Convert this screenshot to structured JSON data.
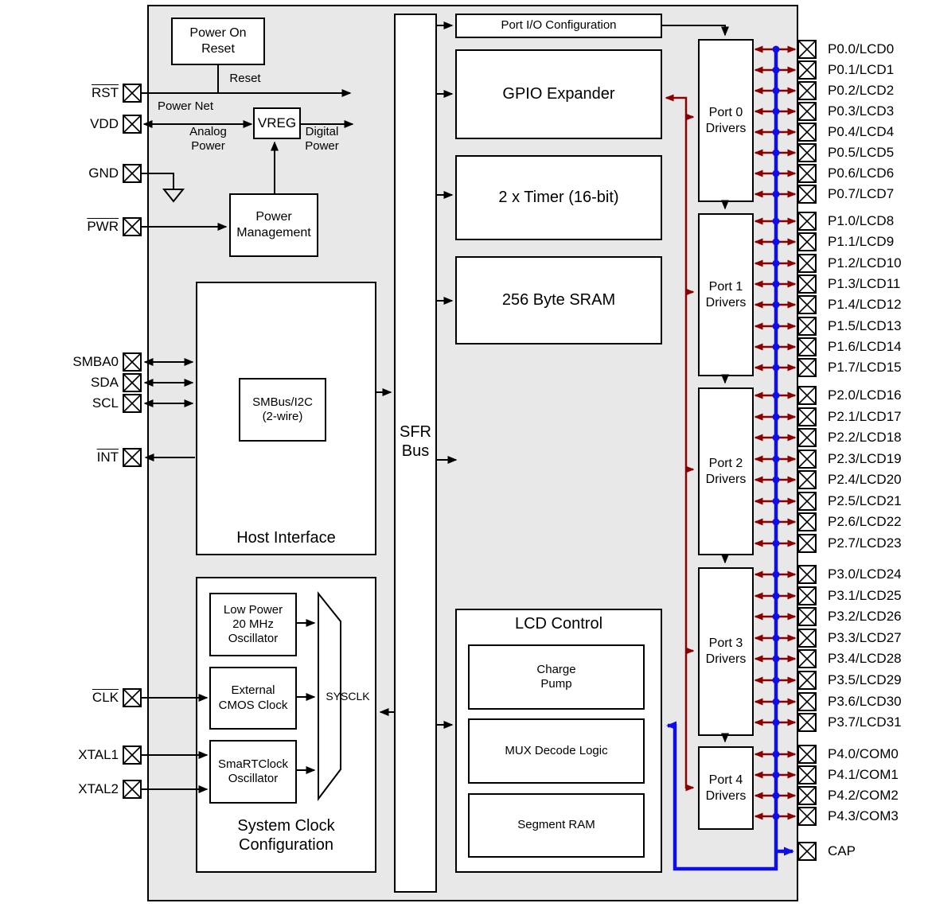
{
  "chip": {
    "colors": {
      "wire_black": "#000000",
      "wire_red": "#8B0000",
      "wire_blue": "#0E0EE8",
      "chip_fill": "#E8E8E8"
    },
    "left_pins": [
      {
        "label": "RST",
        "overline": true
      },
      {
        "label": "VDD",
        "overline": false
      },
      {
        "label": "GND",
        "overline": false
      },
      {
        "label": "PWR",
        "overline": true
      },
      {
        "label": "SMBA0",
        "overline": false
      },
      {
        "label": "SDA",
        "overline": false
      },
      {
        "label": "SCL",
        "overline": false
      },
      {
        "label": "INT",
        "overline": true
      },
      {
        "label": "CLK",
        "overline": true
      },
      {
        "label": "XTAL1",
        "overline": false
      },
      {
        "label": "XTAL2",
        "overline": false
      }
    ],
    "blocks": {
      "power_on_reset": "Power On\nReset",
      "vreg": "VREG",
      "power_management": "Power\nManagement",
      "host_interface": "Host Interface",
      "smbus": "SMBus/I2C\n(2-wire)",
      "system_clock": "System Clock\nConfiguration",
      "low_power_osc": "Low Power\n20 MHz\nOscillator",
      "external_cmos": "External\nCMOS Clock",
      "smartclock": "SmaRTClock\nOscillator",
      "sysclk": "SYSCLK",
      "sfr_bus": "SFR\nBus",
      "port_io_config": "Port I/O Configuration",
      "gpio_expander": "GPIO Expander",
      "timers": "2 x Timer (16-bit)",
      "sram": "256 Byte SRAM",
      "lcd_control": "LCD Control",
      "charge_pump": "Charge\nPump",
      "mux_decode": "MUX Decode Logic",
      "segment_ram": "Segment RAM"
    },
    "wire_labels": {
      "reset": "Reset",
      "power_net": "Power Net",
      "analog_power": "Analog\nPower",
      "digital_power": "Digital\nPower"
    },
    "port_drivers": [
      "Port 0\nDrivers",
      "Port 1\nDrivers",
      "Port 2\nDrivers",
      "Port 3\nDrivers",
      "Port 4\nDrivers"
    ],
    "right_pins_groups": [
      [
        "P0.0/LCD0",
        "P0.1/LCD1",
        "P0.2/LCD2",
        "P0.3/LCD3",
        "P0.4/LCD4",
        "P0.5/LCD5",
        "P0.6/LCD6",
        "P0.7/LCD7"
      ],
      [
        "P1.0/LCD8",
        "P1.1/LCD9",
        "P1.2/LCD10",
        "P1.3/LCD11",
        "P1.4/LCD12",
        "P1.5/LCD13",
        "P1.6/LCD14",
        "P1.7/LCD15"
      ],
      [
        "P2.0/LCD16",
        "P2.1/LCD17",
        "P2.2/LCD18",
        "P2.3/LCD19",
        "P2.4/LCD20",
        "P2.5/LCD21",
        "P2.6/LCD22",
        "P2.7/LCD23"
      ],
      [
        "P3.0/LCD24",
        "P3.1/LCD25",
        "P3.2/LCD26",
        "P3.3/LCD27",
        "P3.4/LCD28",
        "P3.5/LCD29",
        "P3.6/LCD30",
        "P3.7/LCD31"
      ],
      [
        "P4.0/COM0",
        "P4.1/COM1",
        "P4.2/COM2",
        "P4.3/COM3"
      ]
    ],
    "cap_pin": "CAP"
  }
}
